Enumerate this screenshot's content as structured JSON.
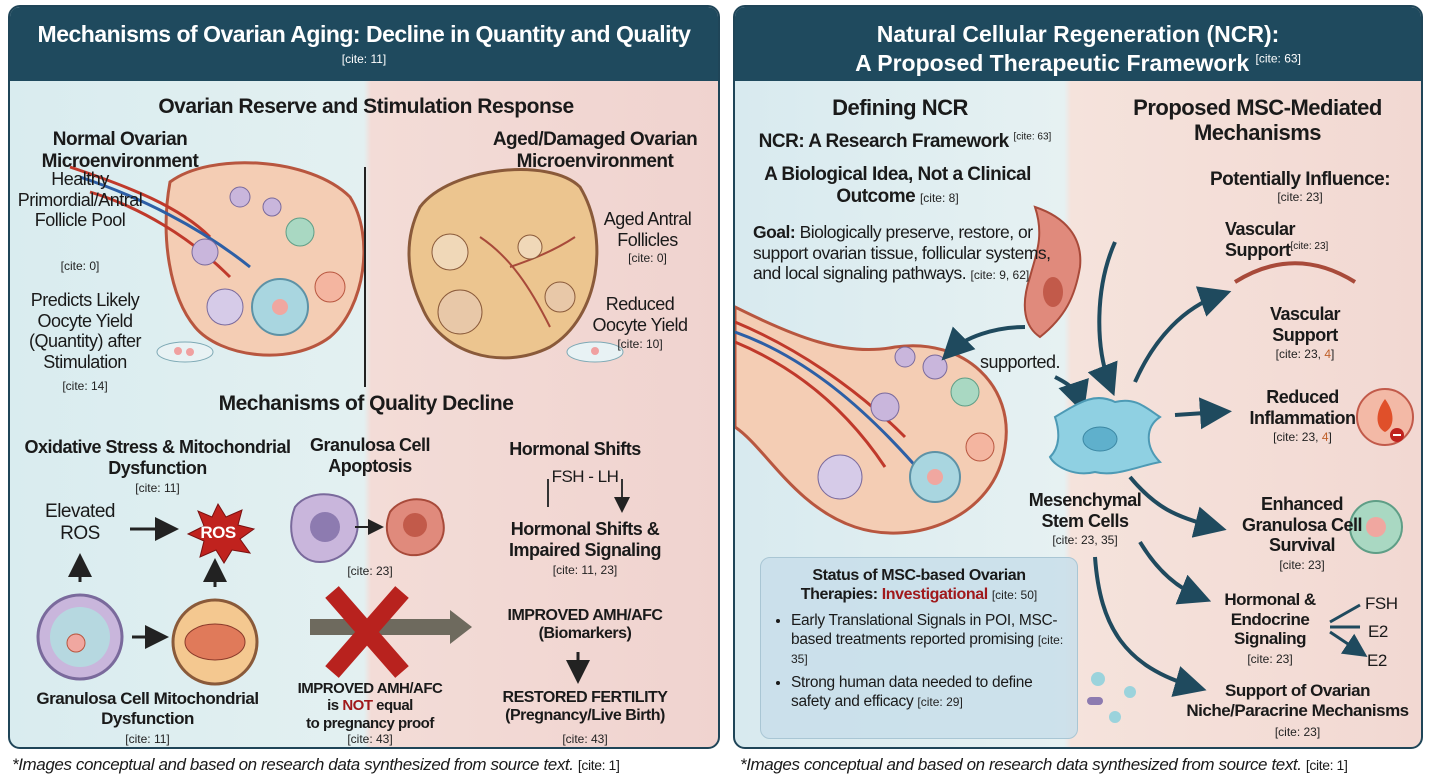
{
  "left": {
    "title": "Mechanisms of Ovarian Aging: Decline in Quantity and Quality",
    "title_cite": "[cite: 11]",
    "section1": "Ovarian Reserve and Stimulation Response",
    "normal_title": "Normal Ovarian Microenvironment",
    "healthy_label": "Healthy Primordial/Antral Follicle Pool",
    "healthy_cite": "[cite: 0]",
    "predicts_label": "Predicts Likely Oocyte Yield (Quantity) after Stimulation",
    "predicts_cite": "[cite: 14]",
    "aged_title": "Aged/Damaged Ovarian Microenvironment",
    "aged_follicles": "Aged Antral Follicles",
    "aged_cite": "[cite: 0]",
    "reduced_yield": "Reduced Oocyte Yield",
    "reduced_cite": "[cite: 10]",
    "section2": "Mechanisms of Quality Decline",
    "oxidative_title": "Oxidative Stress & Mitochondrial Dysfunction",
    "oxidative_cite": "[cite: 11]",
    "elevated_ros": "Elevated ROS",
    "ros_badge": "ROS",
    "apoptosis_title": "Granulosa Cell Apoptosis",
    "apoptosis_cite": "[cite: 23]",
    "hormonal_title": "Hormonal Shifts",
    "fsh_lh": "FSH - LH",
    "hormonal_impaired": "Hormonal Shifts & Impaired Signaling",
    "hormonal_cite": "[cite: 11, 23]",
    "improved_biomarkers": "IMPROVED AMH/AFC (Biomarkers)",
    "restored_fertility": "RESTORED FERTILITY (Pregnancy/Live Birth)",
    "restored_cite": "[cite: 43]",
    "not_equal_1": "IMPROVED AMH/AFC",
    "not_equal_2a": "is ",
    "not_equal_not": "NOT",
    "not_equal_2b": " equal",
    "not_equal_3": "to pregnancy proof",
    "not_equal_cite": "[cite: 43]",
    "gc_mito_title": "Granulosa Cell Mitochondrial Dysfunction",
    "gc_mito_cite": "[cite: 11]",
    "footnote": "*Images conceptual and based on research data synthesized from source text.",
    "footnote_cite": "[cite: 1]"
  },
  "right": {
    "title_1": "Natural Cellular Regeneration (NCR):",
    "title_2": "A Proposed Therapeutic Framework",
    "title_cite": "[cite: 63]",
    "defining": "Defining NCR",
    "framework": "NCR: A Research Framework",
    "framework_cite": "[cite: 63]",
    "idea": "A Biological Idea, Not a Clinical Outcome",
    "idea_cite": "[cite: 8]",
    "goal_label": "Goal:",
    "goal_text": "Biologically preserve, restore, or support ovarian tissue, follicular systems, and local signaling pathways.",
    "goal_cite": "[cite: 9, 62]",
    "supported": "supported.",
    "mechanisms_title": "Proposed MSC-Mediated Mechanisms",
    "influence": "Potentially Influence:",
    "influence_cite": "[cite: 23]",
    "vascular1": "Vascular Support",
    "vascular1_cite": "[cite: 23]",
    "vascular2": "Vascular Support",
    "vascular2_cite": "[cite: 23, ",
    "vascular2_cite_hl": "4",
    "cite_close": "]",
    "inflammation": "Reduced Inflammation",
    "inflammation_cite": "[cite: 23, ",
    "inflammation_cite_hl": "4",
    "msc": "Mesenchymal Stem Cells",
    "msc_cite": "[cite: 23, 35]",
    "granulosa": "Enhanced Granulosa Cell Survival",
    "granulosa_cite": "[cite: 23]",
    "hormonal": "Hormonal & Endocrine Signaling",
    "hormonal_cite": "[cite: 23]",
    "h_fsh": "FSH",
    "h_e2a": "E2",
    "h_e2b": "E2",
    "niche": "Support of Ovarian Niche/Paracrine Mechanisms",
    "niche_cite": "[cite: 23]",
    "status_title": "Status of MSC-based Ovarian Therapies:",
    "status_value": "Investigational",
    "status_cite": "[cite: 50]",
    "bullets": [
      {
        "text": "Early Translational Signals in POI, MSC-based treatments reported promising",
        "cite": "[cite: 35]"
      },
      {
        "text": "Strong human data needed to define safety and efficacy",
        "cite": "[cite: 29]"
      }
    ],
    "footnote": "*Images conceptual and based on research data synthesized from source text.",
    "footnote_cite": "[cite: 1]"
  },
  "colors": {
    "header": "#1f4a5e",
    "accent_red": "#a0191c",
    "msc_blue": "#7cc6dc"
  }
}
